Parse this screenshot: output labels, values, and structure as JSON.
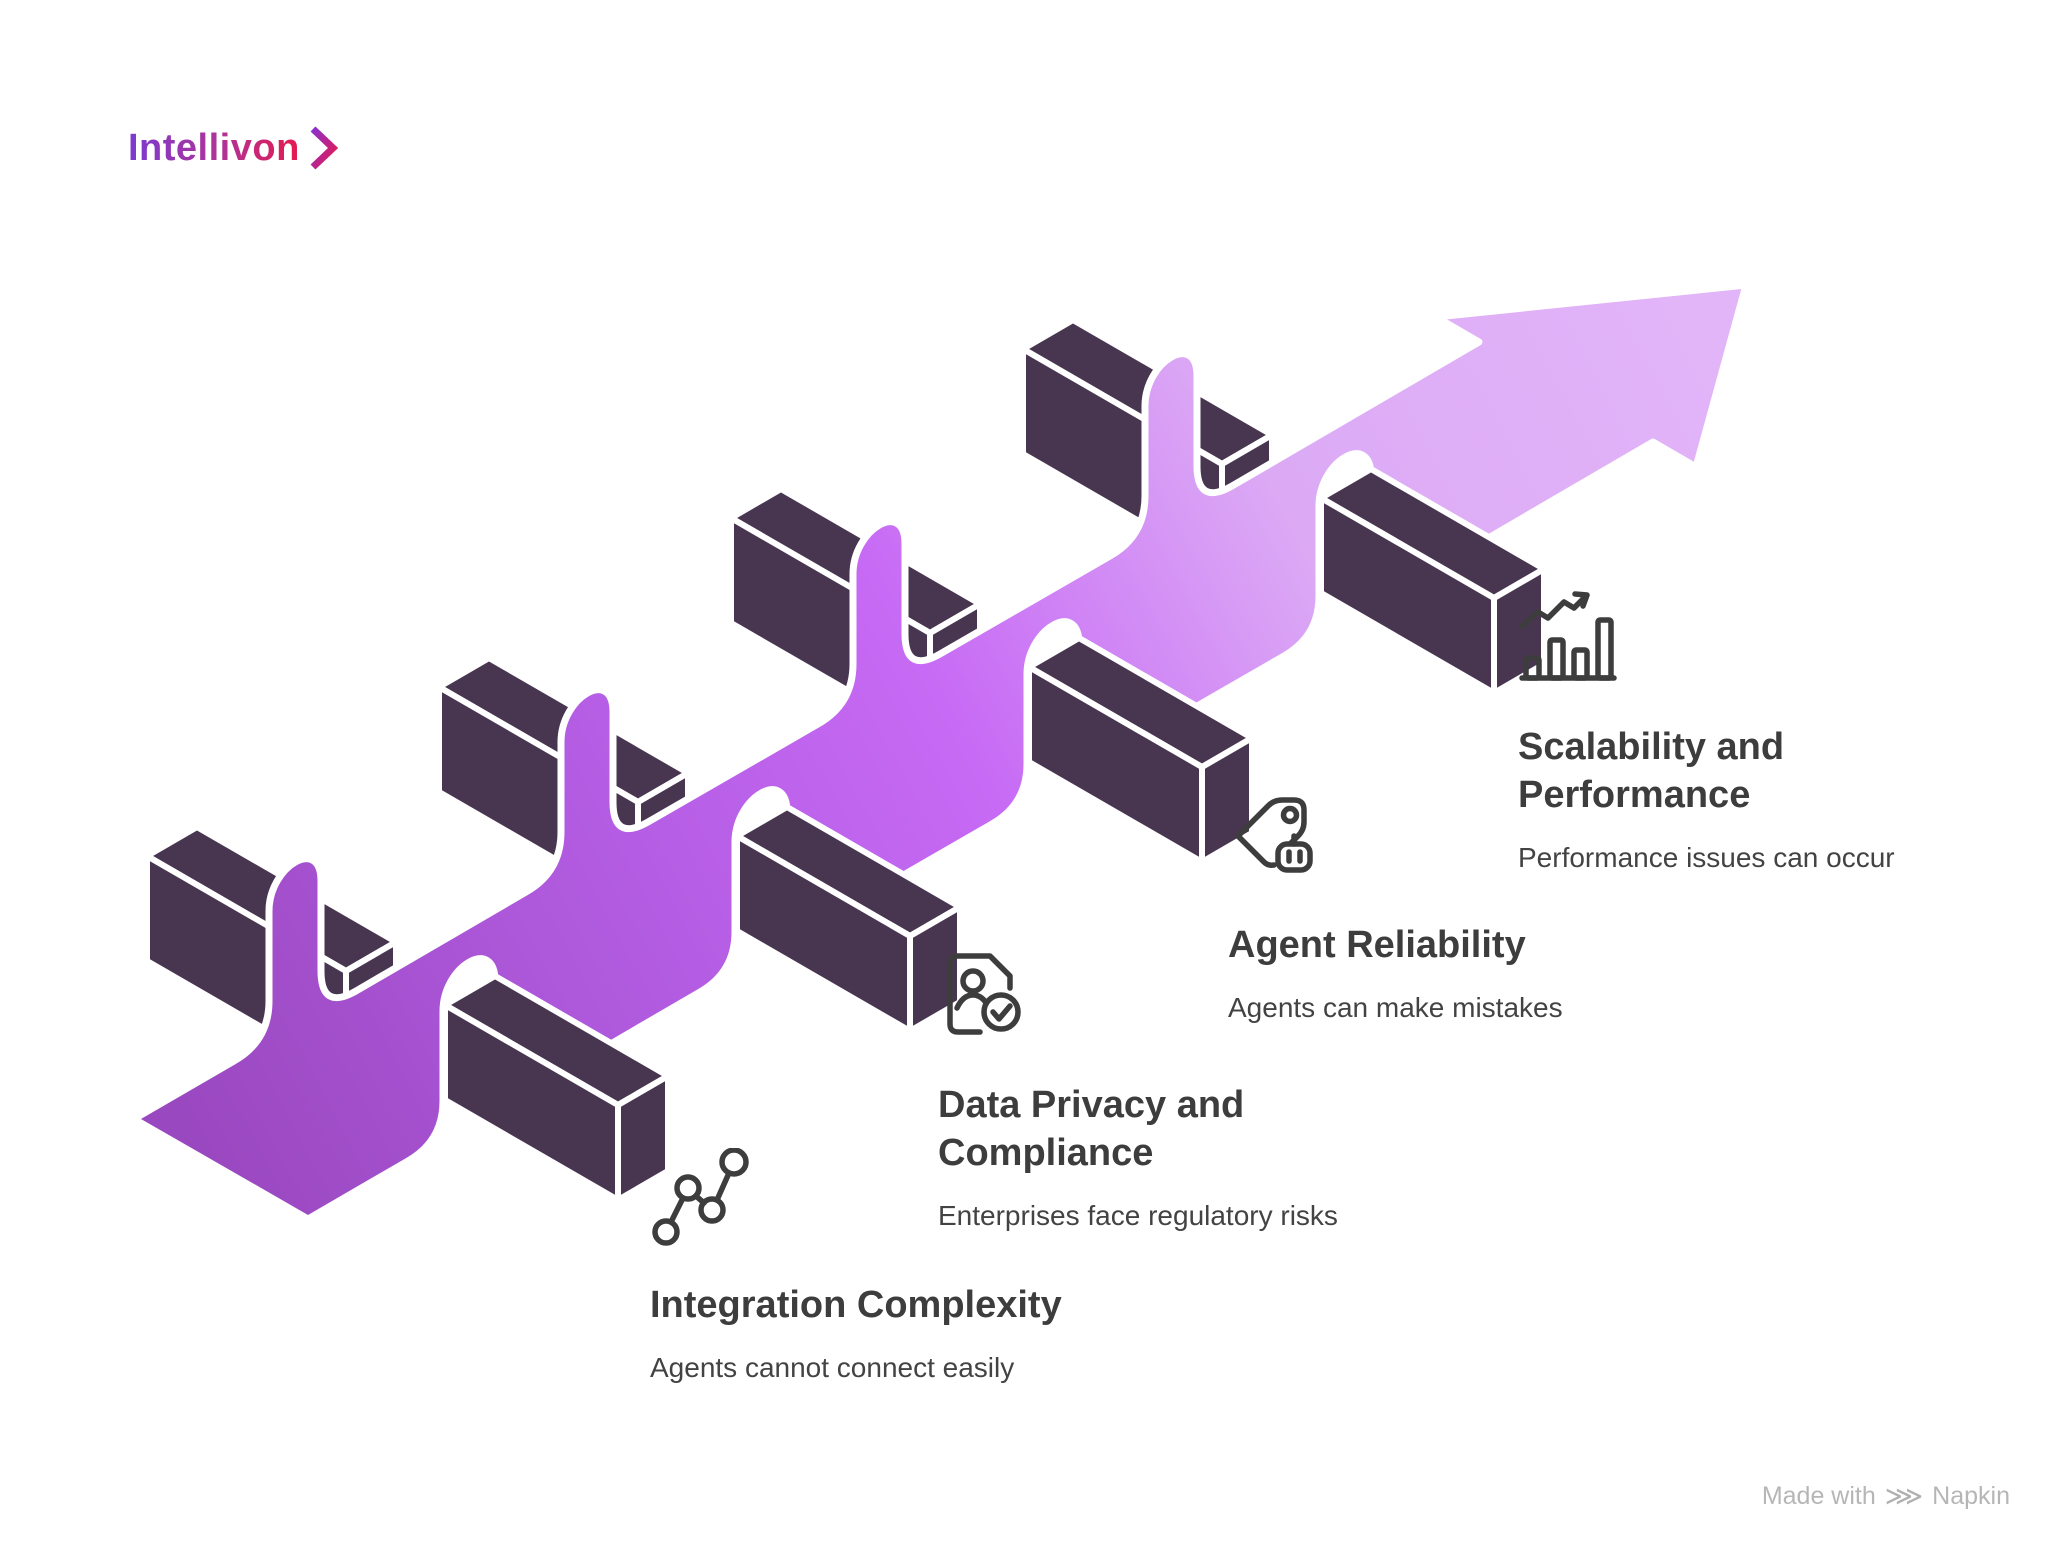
{
  "brand": {
    "name": "Intellivon",
    "chevron": "›"
  },
  "diagram": {
    "kind": "weaving-ribbon-growth-arrow",
    "steps": [
      {
        "title": "Integration Complexity",
        "subtitle": "Agents cannot connect easily",
        "icon": "network-nodes-icon"
      },
      {
        "title": "Data Privacy and Compliance",
        "subtitle": "Enterprises face regulatory risks",
        "icon": "person-document-check-icon"
      },
      {
        "title": "Agent Reliability",
        "subtitle": "Agents can make mistakes",
        "icon": "tag-robot-icon"
      },
      {
        "title": "Scalability and Performance",
        "subtitle": "Performance issues can occur",
        "icon": "growth-chart-icon"
      }
    ],
    "colors": {
      "ribbon_start": "#9a48c0",
      "ribbon_mid": "#c76af5",
      "ribbon_end": "#e3b6f9",
      "bar": "#483651",
      "outline": "#ffffff",
      "icon_stroke": "#3d3d3d",
      "title_text": "#3d3d3d",
      "subtitle_text": "#434343"
    }
  },
  "footer": {
    "made_with": "Made with",
    "brand": "Napkin"
  }
}
